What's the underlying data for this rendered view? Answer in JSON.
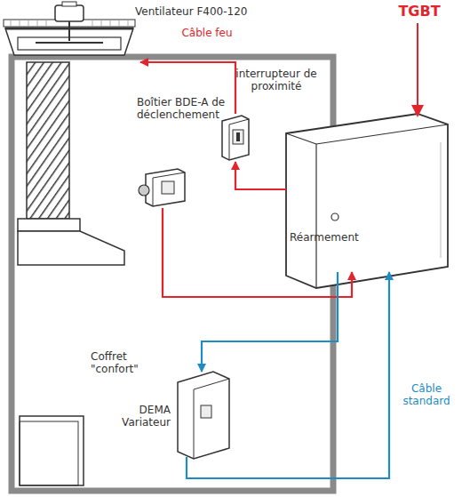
{
  "diagram": {
    "nodes": [
      {
        "text": [
          "Ventilateur F400-120"
        ]
      },
      {
        "text": [
          "interrupteur de proximité"
        ]
      },
      {
        "text": [
          "Boîtier BDE-A de déclenchement"
        ]
      },
      {
        "text": [
          "Réarmement"
        ]
      },
      {
        "text": [
          "Coffret \"confort\"",
          "DEMA Variateur"
        ]
      }
    ],
    "edges": [
      {
        "from": 3,
        "to": 1,
        "arrow": "to"
      },
      {
        "from": 1,
        "to": 0,
        "label": "Câble feu",
        "arrow": "to"
      },
      {
        "from": 2,
        "to": 3,
        "arrow": "to"
      },
      {
        "from": 3,
        "to": 4,
        "arrow": "to"
      },
      {
        "from": 4,
        "to": 3,
        "label": "Câble standard",
        "arrow": "to"
      }
    ],
    "labels": [
      "TGBT"
    ]
  }
}
